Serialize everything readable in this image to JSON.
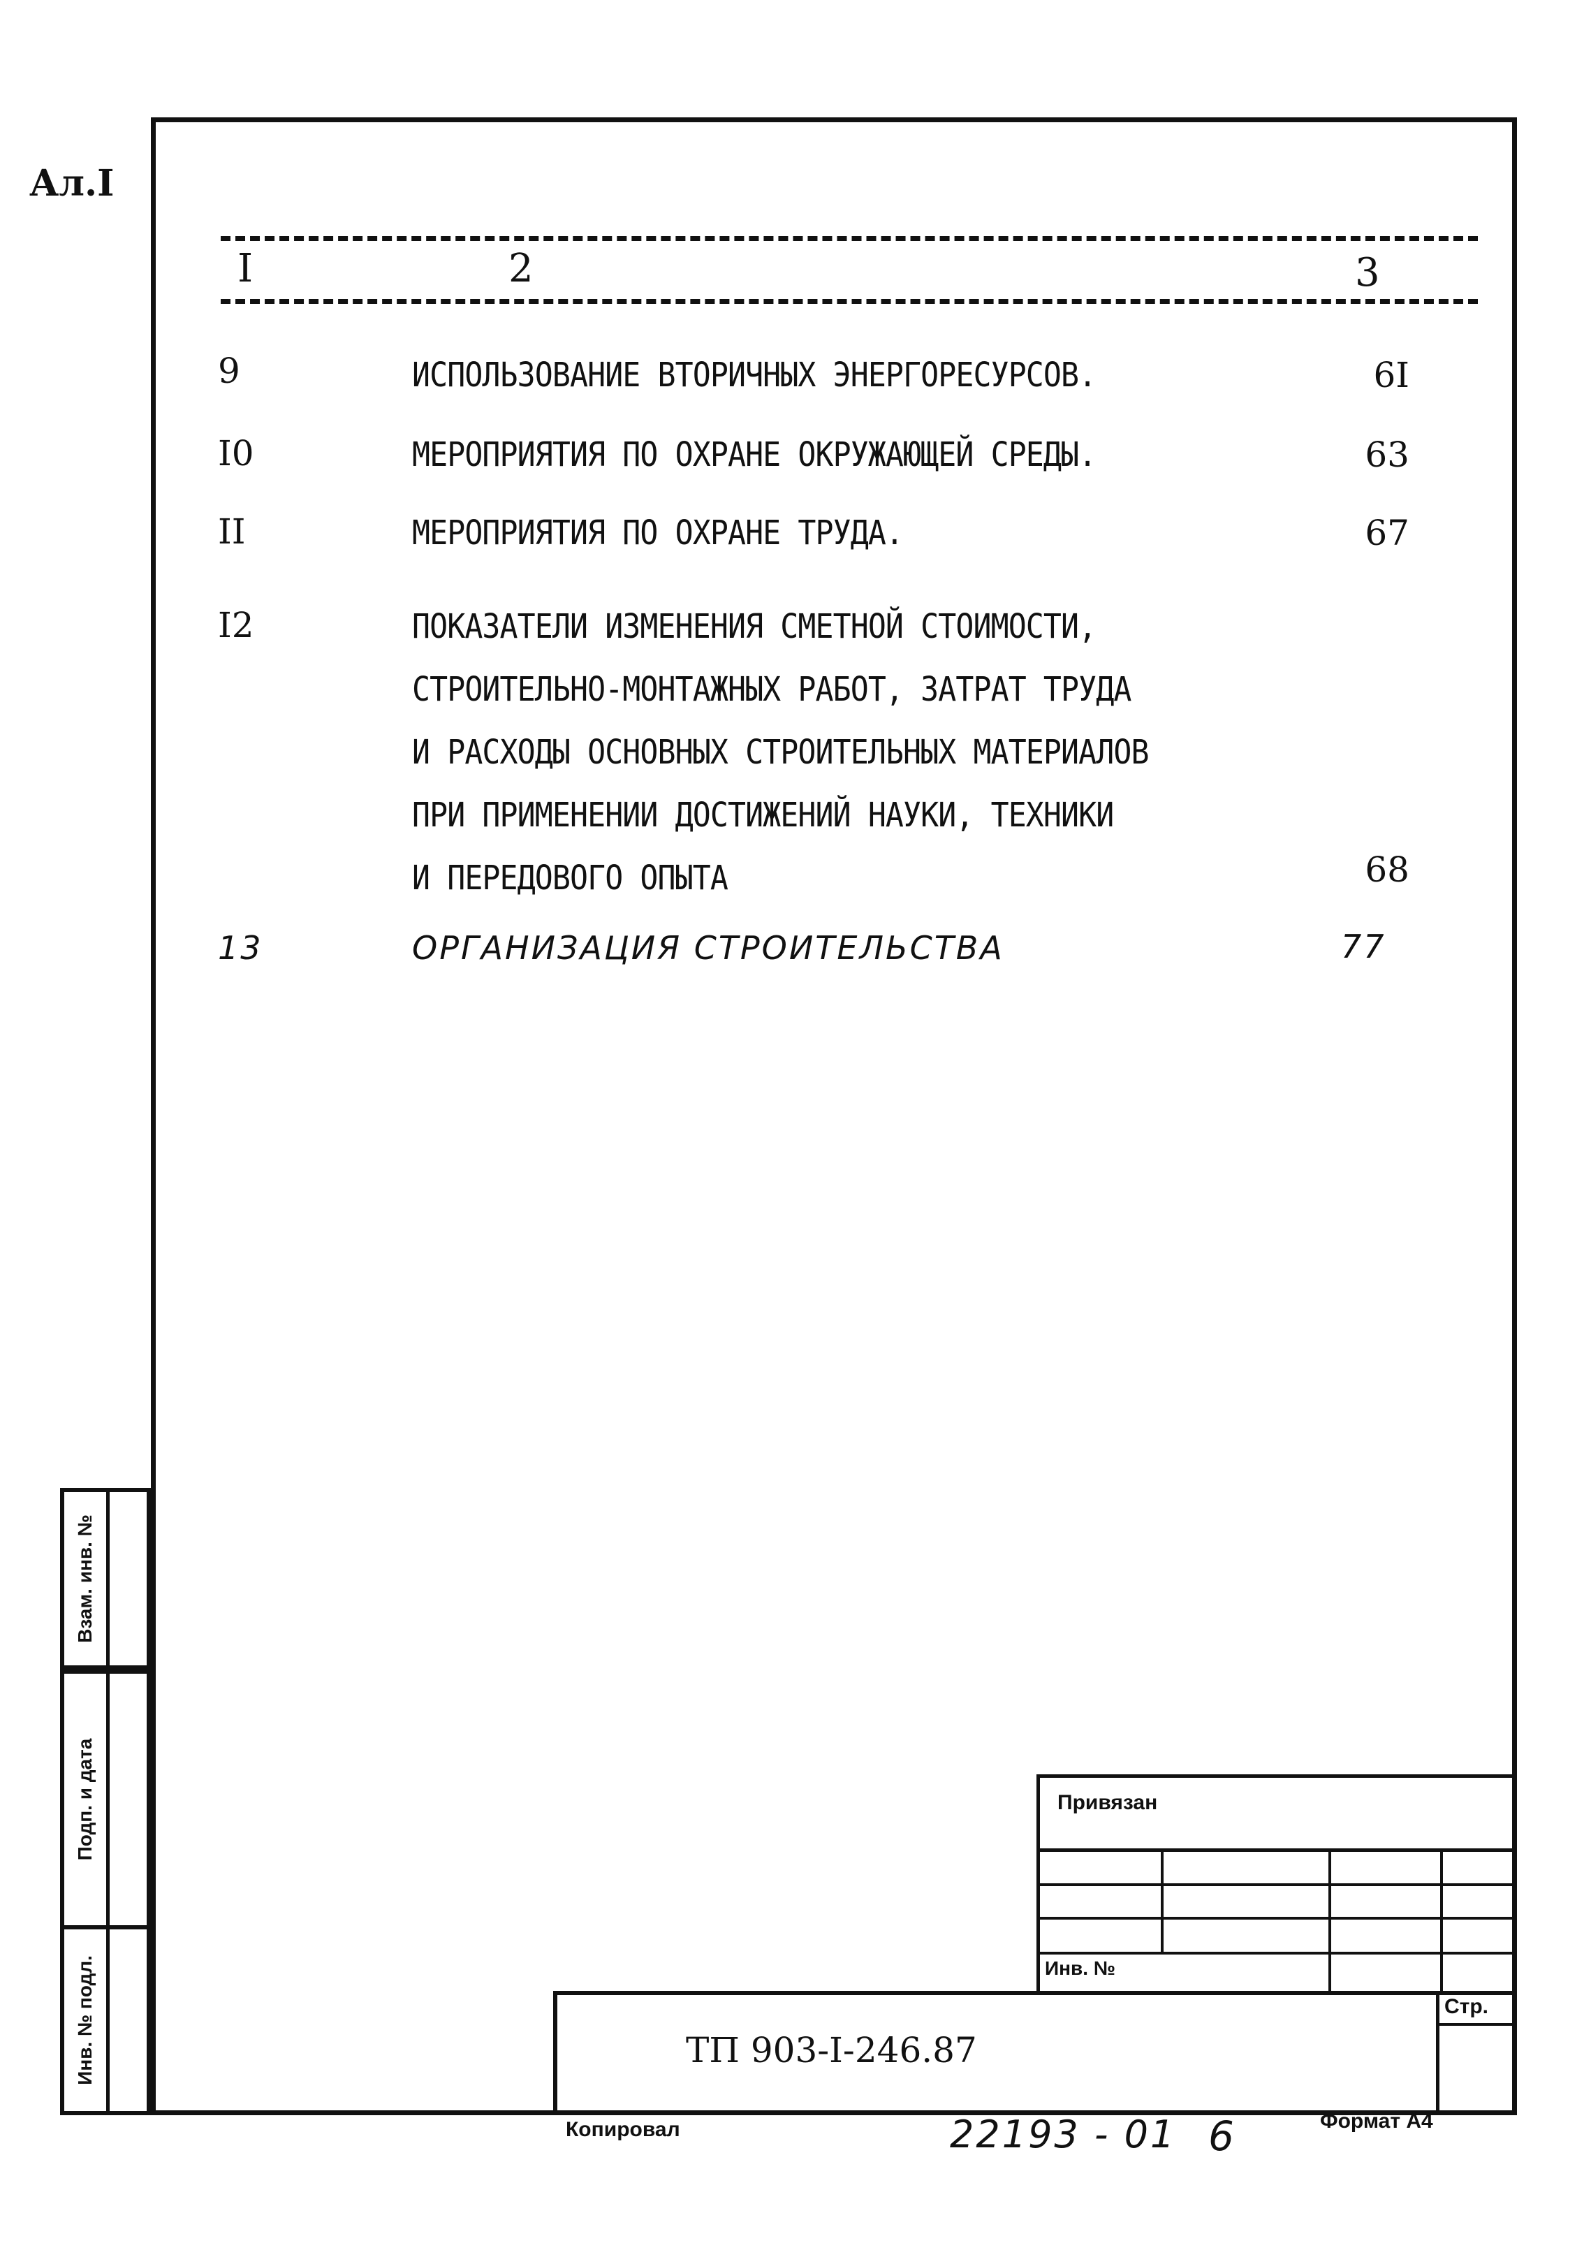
{
  "sheet_label": "Ал.I",
  "header": {
    "col1": "I",
    "col2": "2",
    "col3": "3"
  },
  "rows": [
    {
      "num": "9",
      "lines": [
        "ИСПОЛЬЗОВАНИЕ ВТОРИЧНЫХ ЭНЕРГОРЕСУРСОВ."
      ],
      "page": "6I"
    },
    {
      "num": "I0",
      "lines": [
        "МЕРОПРИЯТИЯ ПО ОХРАНЕ ОКРУЖАЮЩЕЙ СРЕДЫ."
      ],
      "page": "63"
    },
    {
      "num": "II",
      "lines": [
        "МЕРОПРИЯТИЯ ПО ОХРАНЕ ТРУДА."
      ],
      "page": "67"
    },
    {
      "num": "I2",
      "lines": [
        "ПОКАЗАТЕЛИ ИЗМЕНЕНИЯ СМЕТНОЙ СТОИМОСТИ,",
        "СТРОИТЕЛЬНО-МОНТАЖНЫХ РАБОТ, ЗАТРАТ ТРУДА",
        "И РАСХОДЫ ОСНОВНЫХ СТРОИТЕЛЬНЫХ МАТЕРИАЛОВ",
        "ПРИ ПРИМЕНЕНИИ ДОСТИЖЕНИЙ НАУКИ, ТЕХНИКИ",
        "И ПЕРЕДОВОГО ОПЫТА"
      ],
      "page": "68"
    },
    {
      "num": "13",
      "lines": [
        "ОРГАНИЗАЦИЯ  СТРОИТЕЛЬСТВА"
      ],
      "page": "77"
    }
  ],
  "side_stamp": {
    "vzam": "Взам. инв. №",
    "podp": "Подп. и дата",
    "inv": "Инв. № подл."
  },
  "title_block": {
    "privyazan": "Привязан",
    "inv_no": "Инв. №",
    "designation": "ТП 903-I-246.87",
    "page_label": "Стр.",
    "kopiroval": "Копировал",
    "format": "Формат А4"
  },
  "footer": {
    "order_no": "22193 - 01",
    "sheet_no": "6"
  }
}
